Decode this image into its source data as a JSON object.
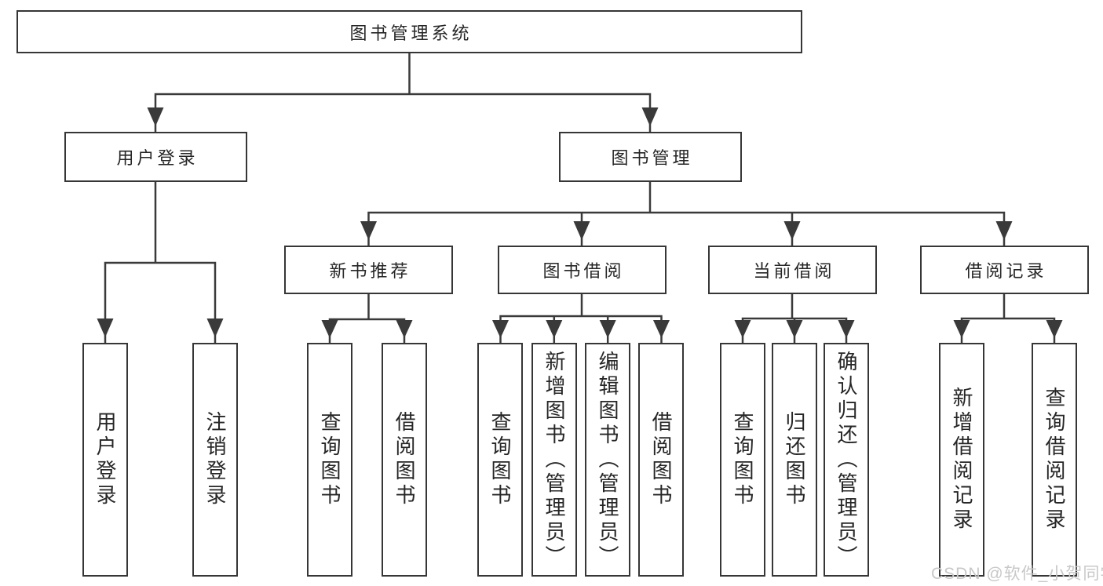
{
  "diagram": {
    "title": "图书管理系统",
    "level2": {
      "user_login": "用户登录",
      "book_management": "图书管理"
    },
    "level3": {
      "new_book_recommend": "新书推荐",
      "book_borrowing": "图书借阅",
      "current_borrowing": "当前借阅",
      "borrowing_records": "借阅记录"
    },
    "leaves": {
      "user_login": "用户登录",
      "logout_login": "注销登录",
      "newbook_query_books": "查询图书",
      "newbook_borrow_books": "借阅图书",
      "borrow_query_books": "查询图书",
      "borrow_add_books_admin": "新增图书（管理员）",
      "borrow_edit_books_admin": "编辑图书（管理员）",
      "borrow_borrow_books": "借阅图书",
      "current_query_books": "查询图书",
      "current_return_books": "归还图书",
      "current_confirm_return_admin": "确认归还（管理员）",
      "records_add_record": "新增借阅记录",
      "records_query_record": "查询借阅记录"
    }
  },
  "watermark": {
    "text": "CSDN @软件_小贺同学",
    "color": "#c8c8c8"
  },
  "colors": {
    "line": "#3a3a3a",
    "box_border": "#363636",
    "text": "#262626",
    "background": "#ffffff"
  }
}
